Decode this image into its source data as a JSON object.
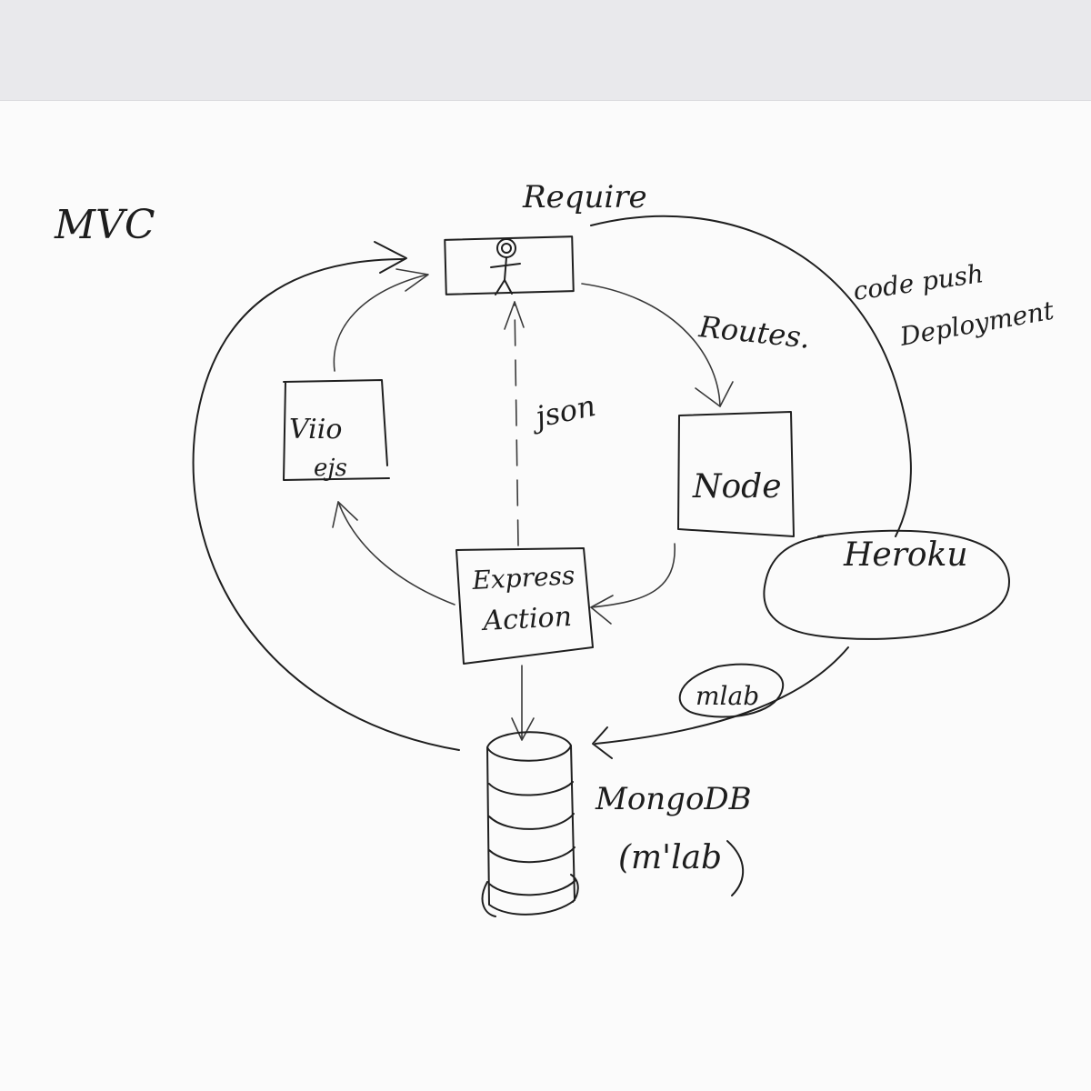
{
  "diagram": {
    "title": "MVC",
    "nodes": {
      "request": "Require",
      "view": {
        "line1": "Viio",
        "line2": "ejs"
      },
      "node": "Node",
      "express": {
        "line1": "Express",
        "line2": "Action"
      },
      "mongodb": {
        "line1": "MongoDB",
        "line2": "(m'lab"
      },
      "heroku": "Heroku",
      "mlab": "mlab"
    },
    "edges": {
      "routes": "Routes.",
      "json": "json",
      "deploy": {
        "line1": "code push",
        "line2": "Deployment"
      }
    },
    "colors": {
      "ink": "#1f1f1f",
      "paper": "#fbfbfb",
      "background": "#e9e9ec"
    }
  }
}
